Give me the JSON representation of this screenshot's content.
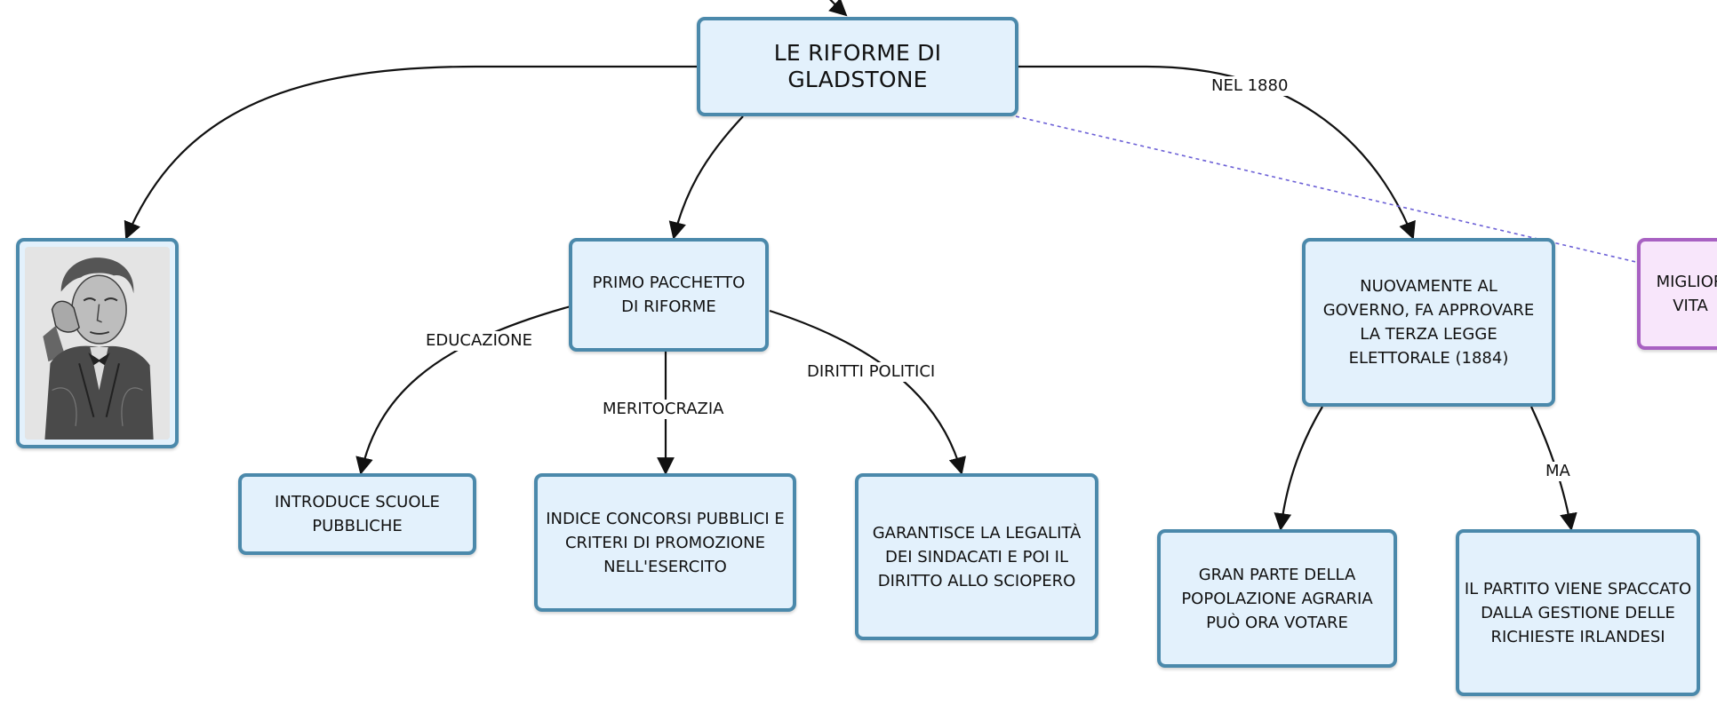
{
  "nodes": {
    "main": "LE RIFORME DI GLADSTONE",
    "portrait": "",
    "primo": "PRIMO PACCHETTO DI RIFORME",
    "scuole": "INTRODUCE SCUOLE PUBBLICHE",
    "concorsi": "INDICE CONCORSI PUBBLICI E CRITERI DI PROMOZIONE NELL'ESERCITO",
    "sindacati": "GARANTISCE LA LEGALITÀ DEI SINDACATI E POI IL DIRITTO ALLO SCIOPERO",
    "governo": "NUOVAMENTE AL GOVERNO, FA APPROVARE LA TERZA LEGGE ELETTORALE (1884)",
    "agraria": "GRAN PARTE DELLA POPOLAZIONE AGRARIA PUÒ ORA VOTARE",
    "partito": "IL PARTITO VIENE SPACCATO DALLA GESTIONE DELLE RICHIESTE IRLANDESI",
    "miglior": "MIGLIOR VITA"
  },
  "edge_labels": {
    "nel1880": "NEL 1880",
    "educazione": "EDUCAZIONE",
    "meritocrazia": "MERITOCRAZIA",
    "diritti": "DIRITTI POLITICI",
    "ma": "MA"
  },
  "colors": {
    "node_fill": "#e3f1fc",
    "node_border": "#4b89ab",
    "accent_fill": "#f8e6fb",
    "accent_border": "#a861c2",
    "edge": "#111111",
    "dotted_edge": "#6b5fd6"
  }
}
